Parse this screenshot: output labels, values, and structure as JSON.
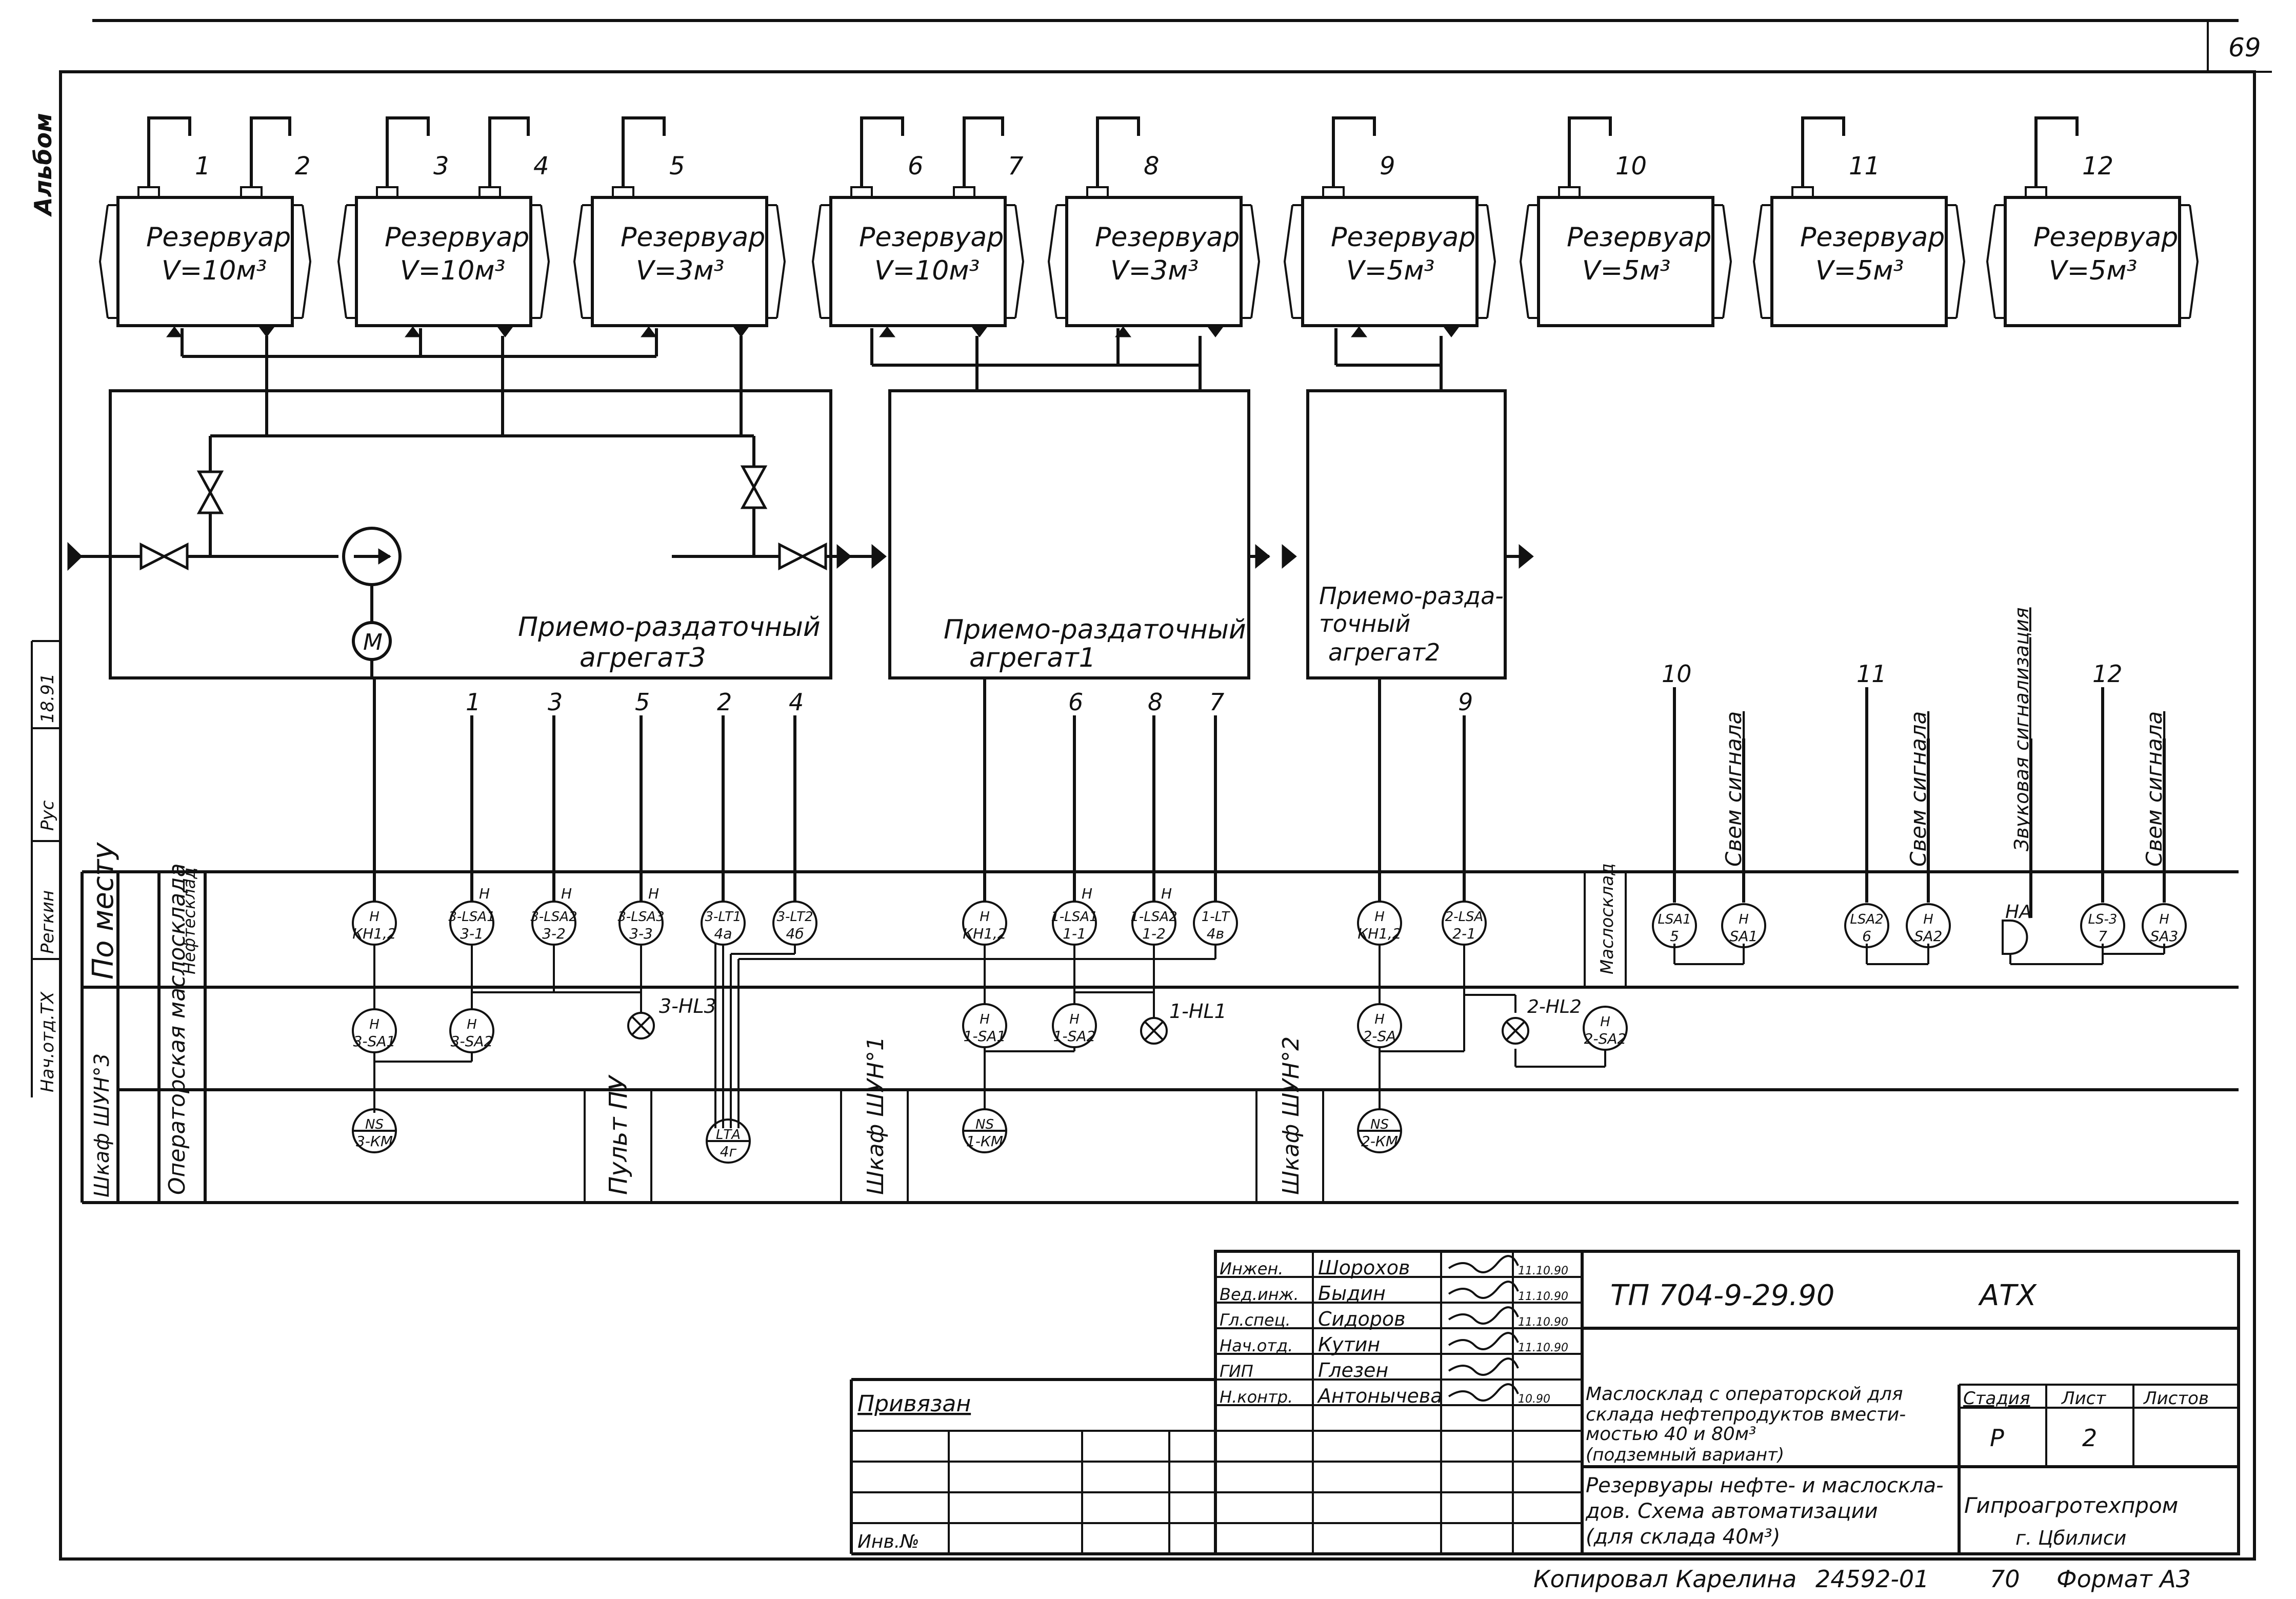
{
  "page_number": "69",
  "side_label": "Альбом",
  "left_stamp": {
    "cells": [
      "Нач.отд.ТХ",
      "Регкин",
      "Рус",
      "18.91"
    ]
  },
  "tanks": [
    {
      "num": "1",
      "title": "Резервуар",
      "cap": "V=10м³"
    },
    {
      "num": "3",
      "title": "Резервуар",
      "cap": "V=10м³"
    },
    {
      "num": "5",
      "title": "Резервуар",
      "cap": "V=3м³"
    },
    {
      "num": "6",
      "title": "Резервуар",
      "cap": "V=10м³"
    },
    {
      "num": "8",
      "title": "Резервуар",
      "cap": "V=3м³"
    },
    {
      "num": "9",
      "title": "Резервуар",
      "cap": "V=5м³"
    },
    {
      "num": "10",
      "title": "Резервуар",
      "cap": "V=5м³"
    },
    {
      "num": "11",
      "title": "Резервуар",
      "cap": "V=5м³"
    },
    {
      "num": "12",
      "title": "Резервуар",
      "cap": "V=5м³"
    }
  ],
  "tank_extra_numbers": [
    "2",
    "4",
    "7"
  ],
  "units": [
    {
      "line1": "Приемо-раздаточный",
      "line2": "агрегат3"
    },
    {
      "line1": "Приемо-раздаточный",
      "line2": "агрегат1"
    },
    {
      "line1": "Приемо-разда-",
      "line2": "точный",
      "line3": "агрегат2"
    }
  ],
  "motor_label": "М",
  "line_numbers": [
    "1",
    "3",
    "5",
    "2",
    "4",
    "6",
    "8",
    "7",
    "9",
    "10",
    "11",
    "12"
  ],
  "signal_labels": [
    "Свем сигнала",
    "Свем сигнала",
    "Звуковая сигнализация",
    "Свем сигнала"
  ],
  "rows": {
    "field": "По месту",
    "field_sub_1": "Нефтесклад",
    "field_sub_2": "Маслосклад",
    "operator": "Операторская маслосклада",
    "cab3": "Шкаф ШУН°3",
    "console": "Пульт ПУ",
    "cab1": "Шкаф ШУН°1",
    "cab2": "Шкаф ШУН°2"
  },
  "instruments": [
    {
      "top": "Н",
      "bot": "КН1,2"
    },
    {
      "top": "3-LSA1",
      "bot": "3-1",
      "over": "Н"
    },
    {
      "top": "3-LSA2",
      "bot": "3-2",
      "over": "Н"
    },
    {
      "top": "3-LSA3",
      "bot": "3-3",
      "over": "Н"
    },
    {
      "top": "3-LT1",
      "bot": "4а"
    },
    {
      "top": "3-LT2",
      "bot": "4б"
    },
    {
      "top": "Н",
      "bot": "КН1,2"
    },
    {
      "top": "1-LSA1",
      "bot": "1-1",
      "over": "Н"
    },
    {
      "top": "1-LSA2",
      "bot": "1-2",
      "over": "Н"
    },
    {
      "top": "1-LT",
      "bot": "4в"
    },
    {
      "top": "Н",
      "bot": "КН1,2"
    },
    {
      "top": "2-LSA",
      "bot": "2-1"
    },
    {
      "top": "LSA1",
      "bot": "5"
    },
    {
      "top": "Н",
      "bot": "SA1"
    },
    {
      "top": "LSA2",
      "bot": "6"
    },
    {
      "top": "Н",
      "bot": "SA2"
    },
    {
      "top": "LS-3",
      "bot": "7"
    },
    {
      "top": "Н",
      "bot": "SA3"
    },
    {
      "top": "Н",
      "bot": "3-SA1"
    },
    {
      "top": "Н",
      "bot": "3-SA2"
    },
    {
      "top": "Н",
      "bot": "1-SA1"
    },
    {
      "top": "Н",
      "bot": "1-SA2"
    },
    {
      "top": "Н",
      "bot": "2-SA"
    },
    {
      "top": "Н",
      "bot": "2-SA2"
    },
    {
      "top": "NS",
      "bot": "3-КМ"
    },
    {
      "top": "LТА",
      "bot": "4г"
    },
    {
      "top": "NS",
      "bot": "1-КМ"
    },
    {
      "top": "NS",
      "bot": "2-КМ"
    }
  ],
  "lamps": [
    "3-HL3",
    "1-HL1",
    "2-HL2"
  ],
  "horn_label": "НА",
  "title_block": {
    "roles": [
      "Инжен.",
      "Вед.инж.",
      "Гл.спец.",
      "Нач.отд.",
      "ГИП",
      "Н.контр."
    ],
    "names": [
      "Шорохов",
      "Быдин",
      "Сидоров",
      "Кутин",
      "Глезен",
      "Антонычева"
    ],
    "dates": [
      "11.10.90",
      "11.10.90",
      "11.10.90",
      "11.10.90",
      "",
      "10.90"
    ],
    "doc_code": "ТП 704-9-29.90",
    "mark": "АТХ",
    "privyazan": "Привязан",
    "inv": "Инв.№",
    "description": [
      "Маслосклад с операторской для",
      "склада нефтепродуктов вмести-",
      "мостью 40 и 80м³",
      "(подземный вариант)"
    ],
    "sheet_title": [
      "Резервуары нефте- и маслоскла-",
      "дов. Схема автоматизации",
      "(для склада 40м³)"
    ],
    "stage_h": "Стадия",
    "sheet_h": "Лист",
    "sheets_h": "Листов",
    "stage": "Р",
    "sheet": "2",
    "org": "Гипроагротехпром",
    "city": "г. Цбилиси"
  },
  "footer": {
    "copied": "Копировал Карелина",
    "inv_no": "24592-01",
    "page": "70",
    "format": "Формат А3"
  }
}
